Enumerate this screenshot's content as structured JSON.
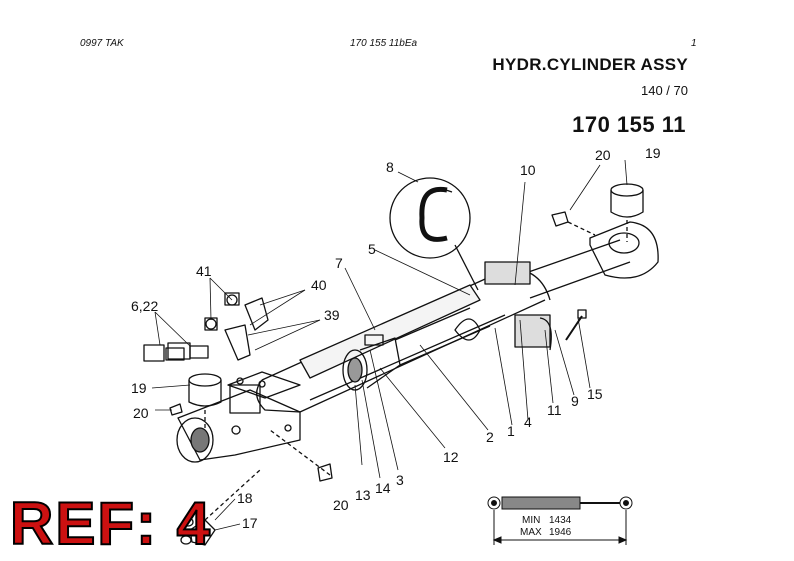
{
  "header": {
    "left": "0997   TAK",
    "center": "170 155 11bEa",
    "page": "1"
  },
  "title": "HYDR.CYLINDER ASSY",
  "subtitle": "140 / 70",
  "part_number": "170 155 11",
  "callouts": [
    "8",
    "10",
    "20",
    "19",
    "5",
    "7",
    "41",
    "40",
    "6,22",
    "39",
    "19",
    "20",
    "2",
    "1",
    "4",
    "11",
    "9",
    "15",
    "12",
    "20",
    "13",
    "14",
    "3",
    "18",
    "17"
  ],
  "length_box": {
    "min_label": "MIN",
    "min_value": "1434",
    "max_label": "MAX",
    "max_value": "1946"
  },
  "ref_stamp": "REF: 4",
  "colors": {
    "ref_fill": "#cc1111",
    "line": "#111111",
    "shade": "#555555"
  }
}
